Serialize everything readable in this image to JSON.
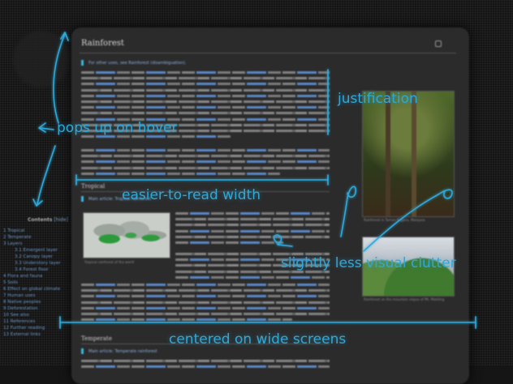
{
  "article": {
    "title": "Rainforest",
    "hatnote_main": "For other uses, see Rainforest (disambiguation).",
    "section_tropical": "Tropical",
    "hatnote_tropical": "Main article: Tropical rainforest",
    "map_caption": "Tropical rainforest of the world",
    "section_temperate": "Temperate",
    "hatnote_temperate": "Main article: Temperate rainforest",
    "forest_caption": "Rainforest in Taman Negara, Malaysia",
    "mountain_caption": "Rainforest on the mountain slopes of Mt. Makiling"
  },
  "sidebar": {
    "toc_title": "Contents",
    "toc_hide": "[hide]",
    "items": [
      {
        "label": "1 Tropical",
        "sub": false
      },
      {
        "label": "2 Temperate",
        "sub": false
      },
      {
        "label": "3 Layers",
        "sub": false
      },
      {
        "label": "3.1 Emergent layer",
        "sub": true
      },
      {
        "label": "3.2 Canopy layer",
        "sub": true
      },
      {
        "label": "3.3 Understory layer",
        "sub": true
      },
      {
        "label": "3.4 Forest floor",
        "sub": true
      },
      {
        "label": "4 Flora and fauna",
        "sub": false
      },
      {
        "label": "5 Soils",
        "sub": false
      },
      {
        "label": "6 Effect on global climate",
        "sub": false
      },
      {
        "label": "7 Human uses",
        "sub": false
      },
      {
        "label": "8 Native peoples",
        "sub": false
      },
      {
        "label": "9 Deforestation",
        "sub": false
      },
      {
        "label": "10 See also",
        "sub": false
      },
      {
        "label": "11 References",
        "sub": false
      },
      {
        "label": "12 Further reading",
        "sub": false
      },
      {
        "label": "13 External links",
        "sub": false
      }
    ]
  },
  "annotations": {
    "hover": "pops up on hover",
    "justification": "justification",
    "width": "easier-to-read width",
    "clutter": "slightly less visual clutter",
    "centered": "centered on wide screens"
  },
  "colors": {
    "accent": "#2fa8d8",
    "link": "#6d9bd1",
    "background": "#151515",
    "panel": "#2b2b2b"
  }
}
